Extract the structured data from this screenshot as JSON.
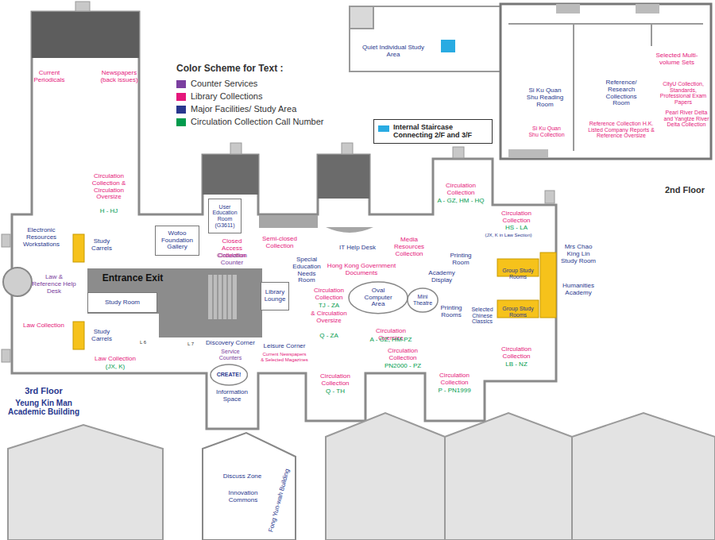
{
  "diagram": {
    "nodes": [
      {
        "text": [
          "Entrance Exit"
        ]
      },
      {
        "text": [
          "Study Room"
        ]
      },
      {
        "text": [
          "Wofoo Foundation Gallery"
        ]
      },
      {
        "text": [
          "User Education Room (G3611)"
        ]
      },
      {
        "text": [
          "Library Lounge"
        ]
      },
      {
        "text": [
          "Oval Computer Area"
        ]
      },
      {
        "text": [
          "Mini Theatre"
        ]
      },
      {
        "text": [
          "CREATE!"
        ]
      }
    ],
    "labels": [
      "Color Scheme for Text :",
      "Current Periodicals",
      "Newspapers (back issues)",
      "Circulation Collection & Circulation Oversize",
      "H - HJ",
      "Electronic Resources Workstations",
      "Study Carrels",
      "Law & Reference Help Desk",
      "Law Collection",
      "Study Carrels",
      "Law Collection",
      "(JX, K)",
      "3rd Floor",
      "Yeung Kin Man Academic Building",
      "Closed Access Collection",
      "Circulation Counter",
      "Semi-closed Collection",
      "IT Help Desk",
      "Media Resources Collection",
      "Special Education Needs Room",
      "Hong Kong Government Documents",
      "Circulation Collection",
      "TJ - ZA",
      "& Circulation Oversize",
      "Q - ZA",
      "Academy Display",
      "Printing Room",
      "Printing Rooms",
      "Selected Chinese Classics",
      "Circulation Oversize",
      "A - GZ, HM-PZ",
      "Circulation Collection",
      "PN2000 - PZ",
      "Circulation Collection",
      "A - GZ, HM - HQ",
      "Circulation Collection",
      "HS - LA",
      "(JX, K in Law Section)",
      "Mrs Chao King Lin Study Room",
      "Group Study Rooms",
      "Humanities Academy",
      "Group Study Rooms",
      "Circulation Collection",
      "LB - NZ",
      "Circulation Collection",
      "P - PN1999",
      "Circulation Collection",
      "Q - TH",
      "Leisure Corner",
      "Current Newspapers & Selected Magazines",
      "Discovery Corner",
      "Service Counters",
      "Information Space",
      "Discuss Zone",
      "Innovation Commons",
      "Fong Yun-wah Building",
      "L 6",
      "L 7",
      "Quiet Individual Study Area",
      "Si Ku Quan Shu Reading Room",
      "Reference/ Research Collections Room",
      "Selected Multi-volume Sets",
      "CityU Collection, Standards, Professional Exam Papers",
      "Si Ku Quan Shu Collection",
      "Reference Collection H.K. Listed Company Reports & Reference Oversize",
      "Pearl River Delta and Yangtze River Delta Collection",
      "2nd Floor"
    ],
    "legend": [
      {
        "text": "Counter Services",
        "color": "#7b3fa0"
      },
      {
        "text": "Library Collections",
        "color": "#e5177b"
      },
      {
        "text": "Major Facilities/ Study Area",
        "color": "#28378e"
      },
      {
        "text": "Circulation Collection Call Number",
        "color": "#009b4d"
      },
      {
        "text": "Internal Staircase Connecting 2/F and 3/F",
        "color": "#29abe2"
      }
    ]
  }
}
